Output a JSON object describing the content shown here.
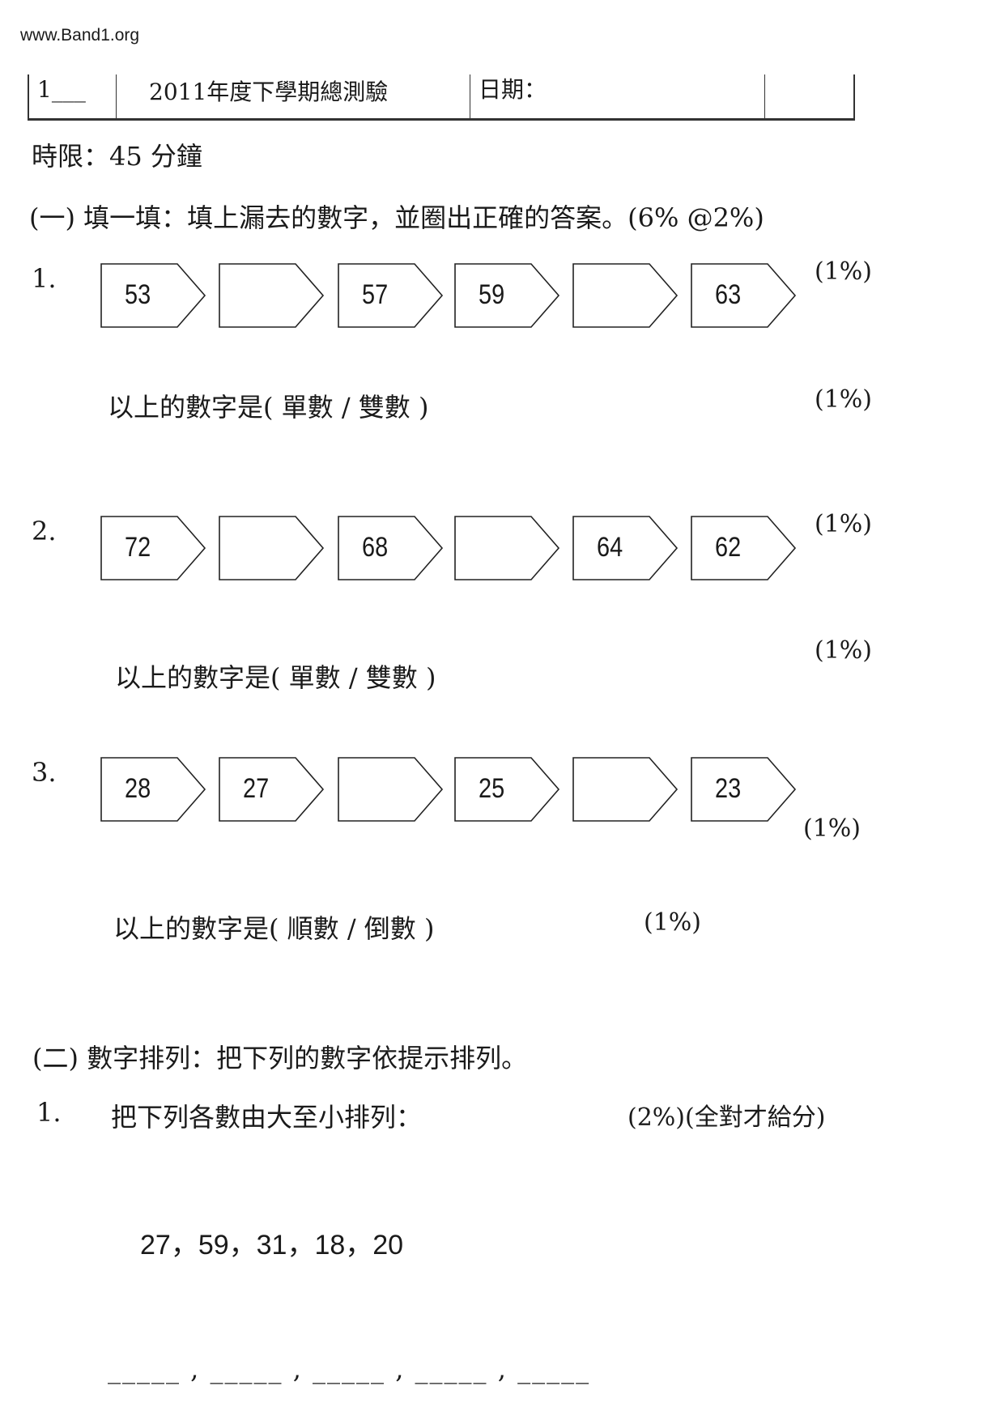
{
  "site": "www.Band1.org",
  "header": {
    "class_no": "1___",
    "title": "2011年度下學期總測驗",
    "date_label": "日期："
  },
  "time_limit": "時限：45 分鐘",
  "section1": {
    "heading": "(一) 填一填：填上漏去的數字，並圈出正確的答案。(6% @2%)",
    "questions": [
      {
        "num": "1.",
        "boxes": [
          "53",
          "",
          "57",
          "59",
          "",
          "63"
        ],
        "points": "(1%)",
        "statement": "以上的數字是(  單數  /  雙數  )",
        "statement_points": "(1%)"
      },
      {
        "num": "2.",
        "boxes": [
          "72",
          "",
          "68",
          "",
          "64",
          "62"
        ],
        "points": "(1%)",
        "statement": "以上的數字是(  單數  /  雙數  )",
        "statement_points": "(1%)"
      },
      {
        "num": "3.",
        "boxes": [
          "28",
          "27",
          "",
          "25",
          "",
          "23"
        ],
        "points": "(1%)",
        "statement": "以上的數字是(  順數  /  倒數  )",
        "statement_points": "(1%)"
      }
    ]
  },
  "section2": {
    "heading": "(二) 數字排列：把下列的數字依提示排列。",
    "q1": {
      "num": "1.",
      "text": "把下列各數由大至小排列：",
      "points": "(2%)(全對才給分)",
      "numbers": "27，59，31，18，20",
      "answer_blanks": [
        "_____",
        "_____",
        "_____",
        "_____",
        "_____"
      ]
    }
  }
}
